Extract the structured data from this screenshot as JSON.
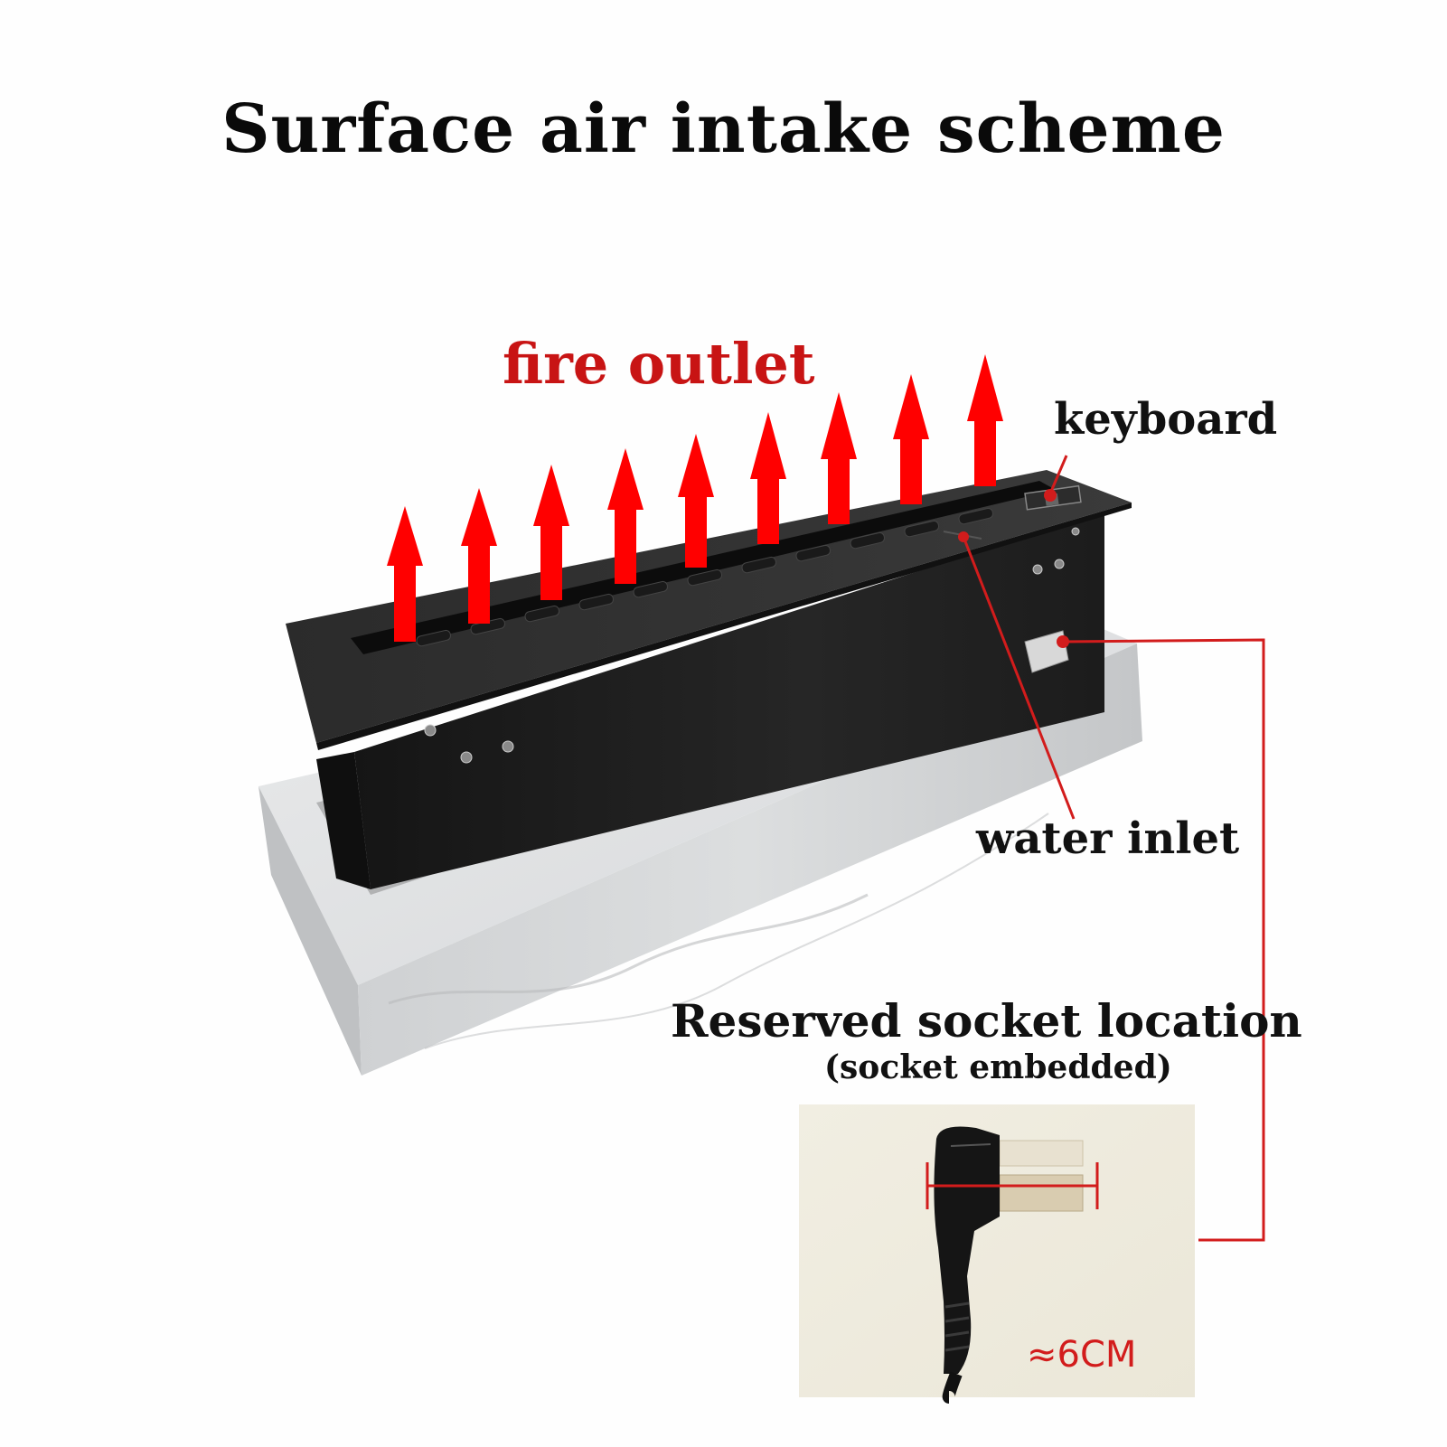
{
  "title": "Surface air intake scheme",
  "labels": {
    "fire_outlet": "fire outlet",
    "keyboard": "keyboard",
    "water_inlet": "water inlet",
    "socket_location": "Reserved socket location",
    "socket_note": "(socket embedded)",
    "plug_dimension": "≈6CM"
  },
  "colors": {
    "arrow": "#ff0000",
    "fire_label": "#c81414",
    "callout": "#d21c1c",
    "burner": "#1a1a1a",
    "stone": "#c9cbcd"
  },
  "icons": [
    "flame-arrow-icon",
    "power-plug-icon"
  ]
}
